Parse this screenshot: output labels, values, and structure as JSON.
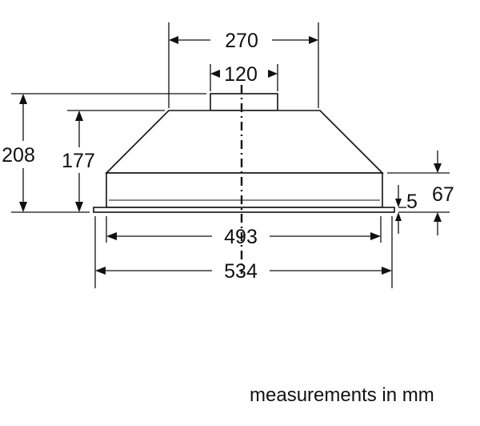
{
  "dimensions": {
    "top_width": "270",
    "duct_width": "120",
    "total_height": "208",
    "body_height": "177",
    "inner_width": "493",
    "outer_width": "534",
    "flange_thickness": "5",
    "side_height": "67"
  },
  "caption": "measurements in mm"
}
